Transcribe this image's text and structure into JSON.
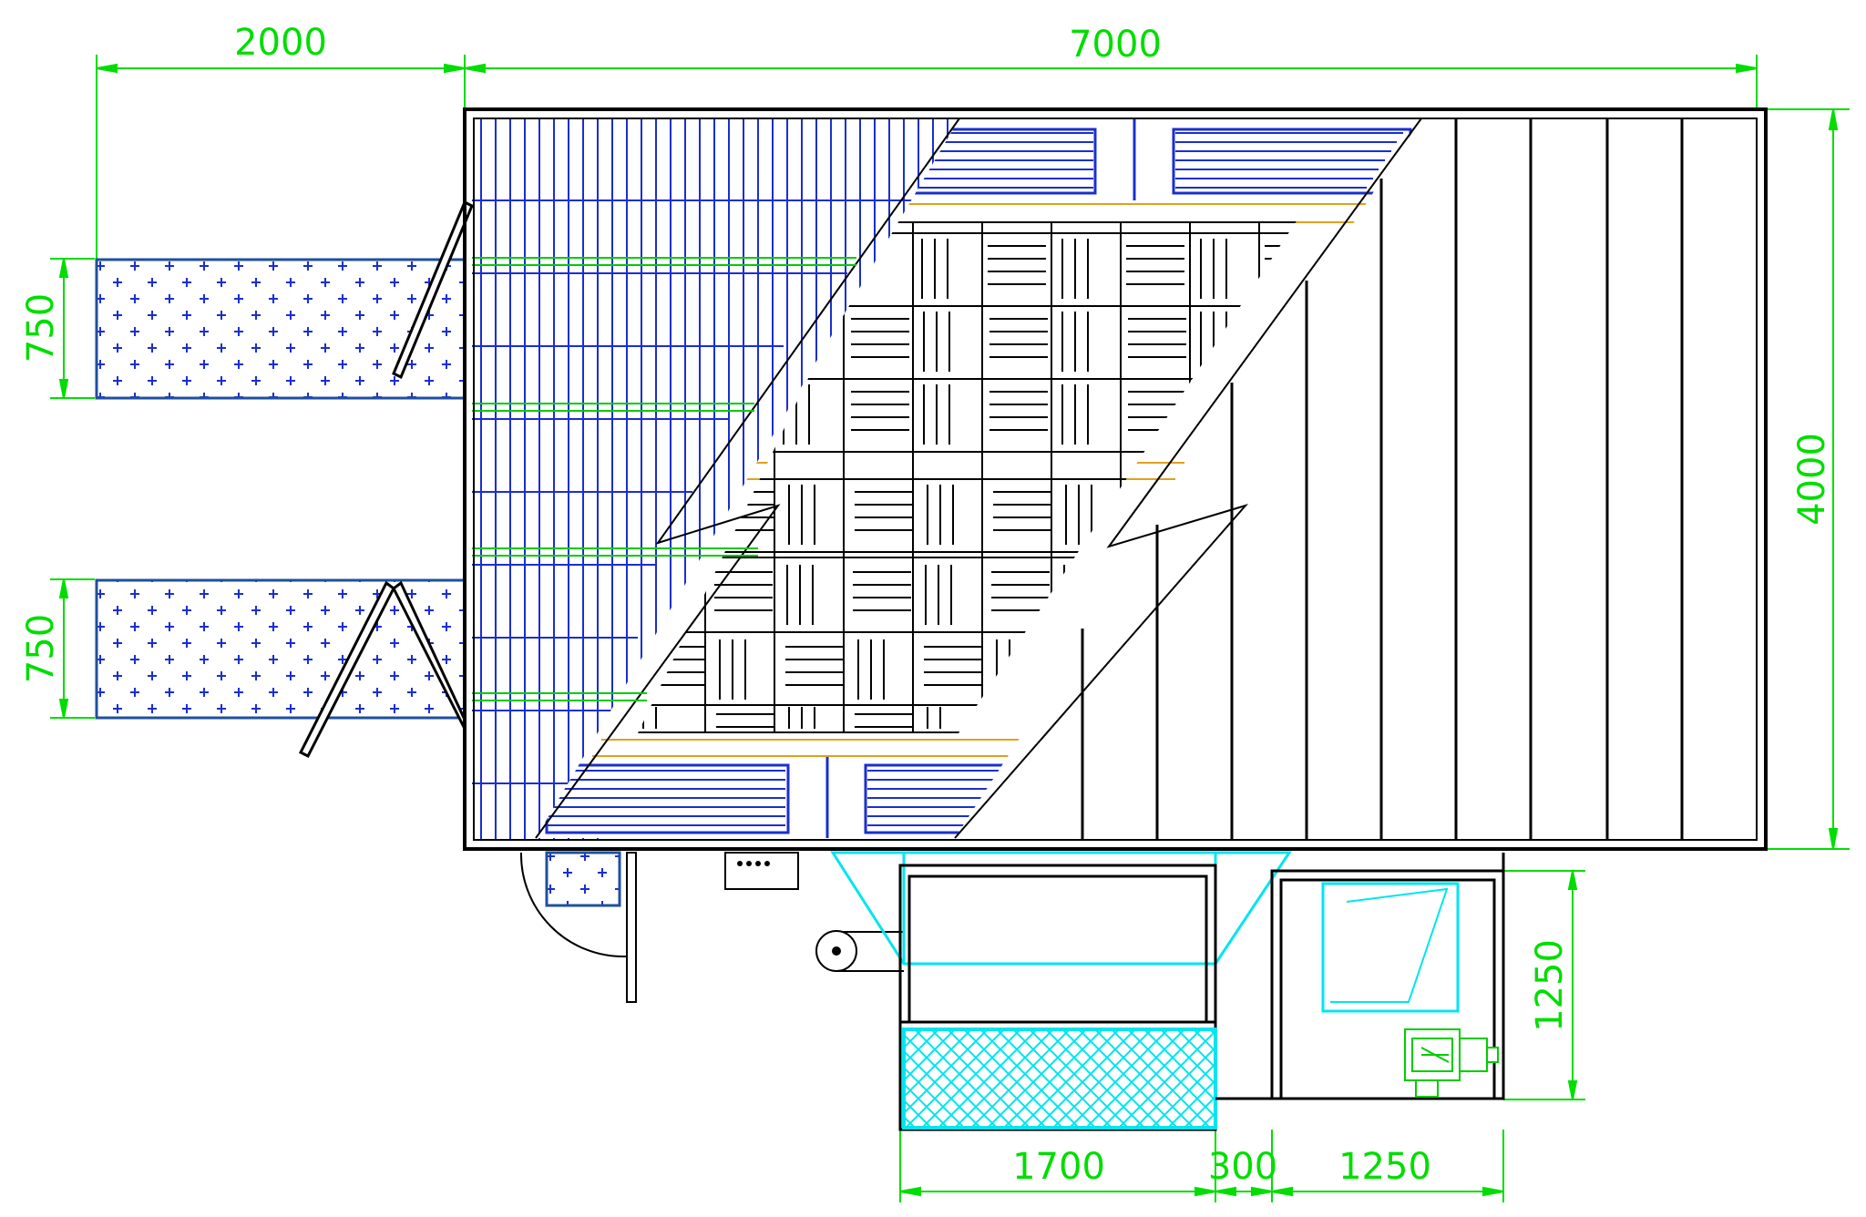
{
  "dimensions": {
    "top_left": "2000",
    "top_main": "7000",
    "right_height": "4000",
    "left_upper": "750",
    "left_lower": "750",
    "right_lower": "1250",
    "bottom_a": "1700",
    "bottom_b": "300",
    "bottom_c": "1250"
  },
  "colors": {
    "dimension": "#00dd00",
    "outline": "#000000",
    "grating": "#1a2fcf",
    "duct": "#00e5ee",
    "beam": "#00cc00",
    "joist": "#e0a020",
    "platform": "#1f4fa0"
  }
}
